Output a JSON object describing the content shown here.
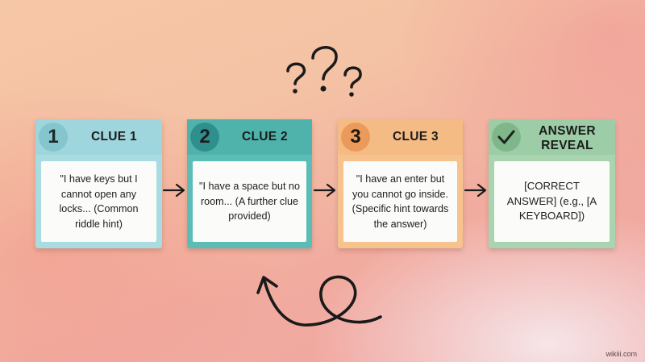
{
  "colors": {
    "clue1": "#a9dce0",
    "clue2": "#5cbdb6",
    "clue3": "#f6c38f",
    "answer": "#a8d4b0",
    "ink": "#1b1b1b"
  },
  "decorations": {
    "top_icon": "question-marks-icon",
    "bottom_icon": "loop-arrow-icon",
    "connector_icon": "right-arrow-icon"
  },
  "cards": [
    {
      "number": "1",
      "title": "CLUE 1",
      "text": "\"I have keys but I cannot open any locks... (Common riddle hint)"
    },
    {
      "number": "2",
      "title": "CLUE 2",
      "text": "\"I have a space but no room... (A further clue provided)"
    },
    {
      "number": "3",
      "title": "CLUE 3",
      "text": "\"I have an enter but you cannot go inside. (Specific hint towards the answer)"
    },
    {
      "icon": "checkmark-icon",
      "title": "ANSWER REVEAL",
      "text": "[CORRECT ANSWER] (e.g., [A KEYBOARD])"
    }
  ],
  "watermark": "wikiii.com"
}
